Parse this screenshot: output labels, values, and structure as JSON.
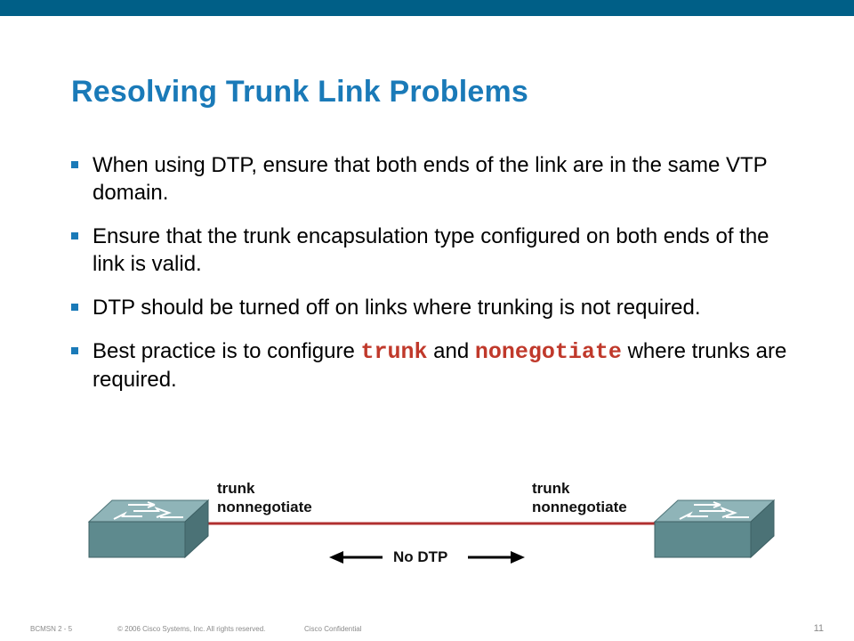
{
  "slide": {
    "title": "Resolving Trunk Link Problems",
    "bullets": [
      {
        "parts": [
          "When using DTP, ensure that both ends of the link are in the same VTP domain."
        ]
      },
      {
        "parts": [
          "Ensure that the trunk encapsulation type configured on both ends of the link is valid."
        ]
      },
      {
        "parts": [
          "DTP should be turned off on links where trunking is not required."
        ]
      },
      {
        "text_1": "Best practice is to configure ",
        "code_1": "trunk",
        "text_2": " and ",
        "code_2": "nonegotiate",
        "text_3": " where trunks are required."
      }
    ]
  },
  "diagram": {
    "left_label_1": "trunk",
    "left_label_2": "nonnegotiate",
    "right_label_1": "trunk",
    "right_label_2": "nonnegotiate",
    "link_label": "No DTP",
    "left_device": "switch-icon",
    "right_device": "switch-icon",
    "link_color": "#b03030"
  },
  "footer": {
    "course": "BCMSN 2 - 5",
    "copyright": "© 2006 Cisco Systems, Inc. All rights reserved.",
    "confidential": "Cisco Confidential",
    "page": "11"
  },
  "colors": {
    "accent": "#1a7ab8",
    "topbar": "#005f87",
    "code": "#c0392b"
  }
}
